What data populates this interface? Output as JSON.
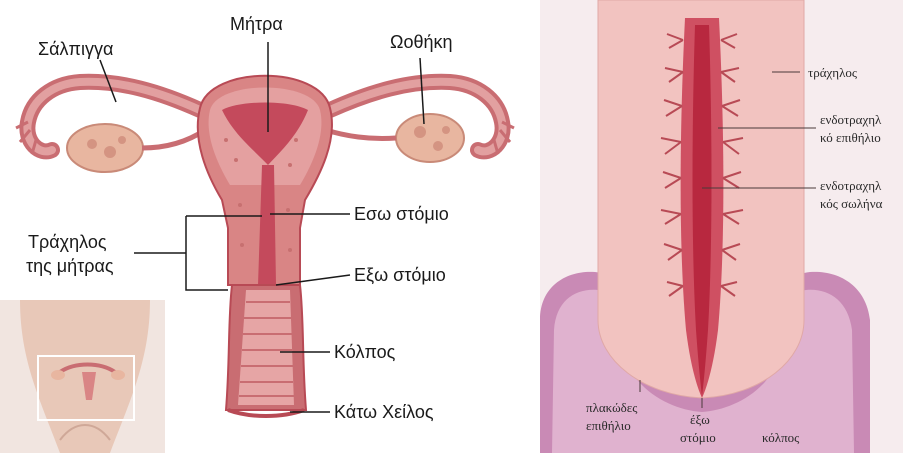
{
  "left_diagram": {
    "labels": {
      "fallopian_tube": "Σάλπιγγα",
      "uterus": "Μήτρα",
      "ovary": "Ωοθήκη",
      "cervix_line1": "Τράχηλος",
      "cervix_line2": "της μήτρας",
      "internal_os": "Εσω στόμιο",
      "external_os": "Εξω στόμιο",
      "vagina": "Κόλπος",
      "lower_lip": "Κάτω Χείλος"
    }
  },
  "right_diagram": {
    "labels": {
      "cervix": "τράχηλος",
      "endocervical_epithelium_line1": "ενδοτραχηλ",
      "endocervical_epithelium_line2": "κό επιθήλιο",
      "endocervical_canal_line1": "ενδοτραχηλ",
      "endocervical_canal_line2": "κός σωλήνα",
      "squamous_epithelium_line1": "πλακώδες",
      "squamous_epithelium_line2": "επιθήλιο",
      "external_os_line1": "έξω",
      "external_os_line2": "στόμιο",
      "vagina": "κόλπος"
    }
  },
  "colors": {
    "tissue": "#d98585",
    "tissue_dark": "#b84a55",
    "cavity": "#c44a5c",
    "canal": "#b8283f",
    "cervix_pink": "#f2c3c0",
    "vagina_purple": "#c98ab5",
    "ovary": "#e8b6a0"
  }
}
